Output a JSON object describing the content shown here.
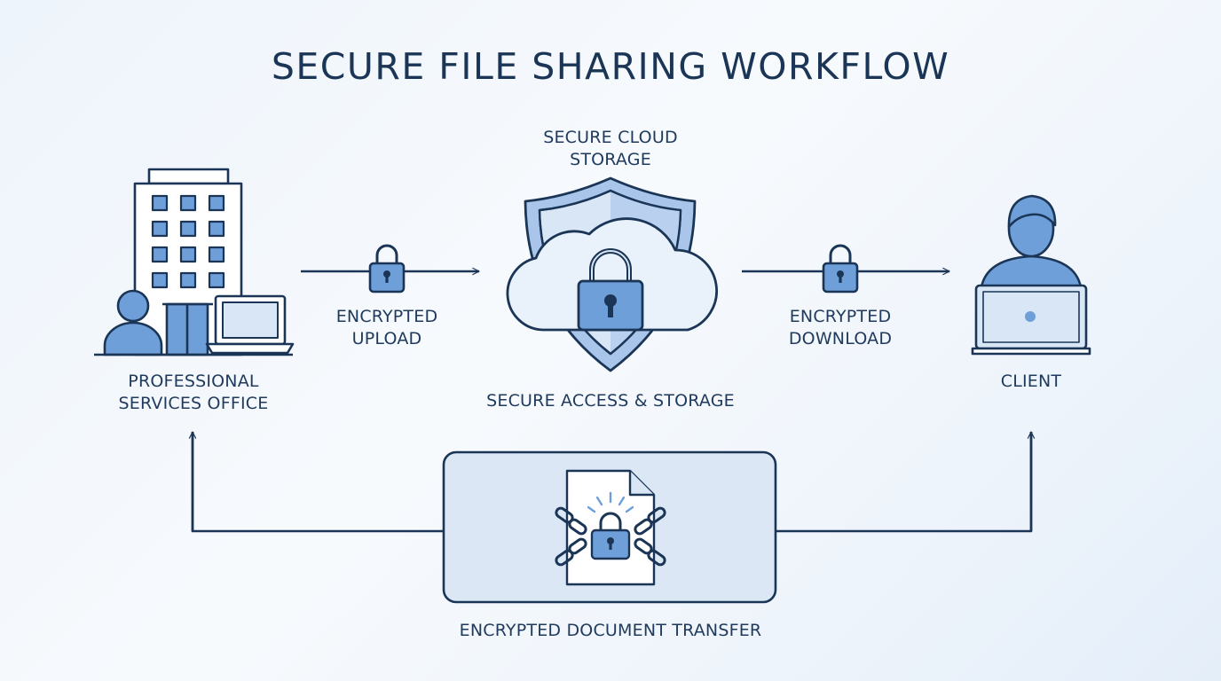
{
  "title": "SECURE FILE SHARING WORKFLOW",
  "nodes": {
    "office": {
      "line1": "PROFESSIONAL",
      "line2": "SERVICES OFFICE",
      "icon": "office-building-icon"
    },
    "cloud": {
      "top_line1": "SECURE CLOUD",
      "top_line2": "STORAGE",
      "bottom": "SECURE ACCESS & STORAGE",
      "icon": "shield-cloud-lock-icon"
    },
    "client": {
      "label": "CLIENT",
      "icon": "user-laptop-icon"
    },
    "transfer": {
      "label": "ENCRYPTED DOCUMENT TRANSFER",
      "icon": "locked-document-chain-icon"
    }
  },
  "edges": {
    "upload": {
      "line1": "ENCRYPTED",
      "line2": "UPLOAD",
      "icon": "padlock-icon"
    },
    "download": {
      "line1": "ENCRYPTED",
      "line2": "DOWNLOAD",
      "icon": "padlock-icon"
    }
  },
  "colors": {
    "stroke": "#1b3556",
    "fill_light": "#d9e6f5",
    "fill_accent": "#6f9fd8",
    "fill_mid": "#a9c6ea"
  }
}
